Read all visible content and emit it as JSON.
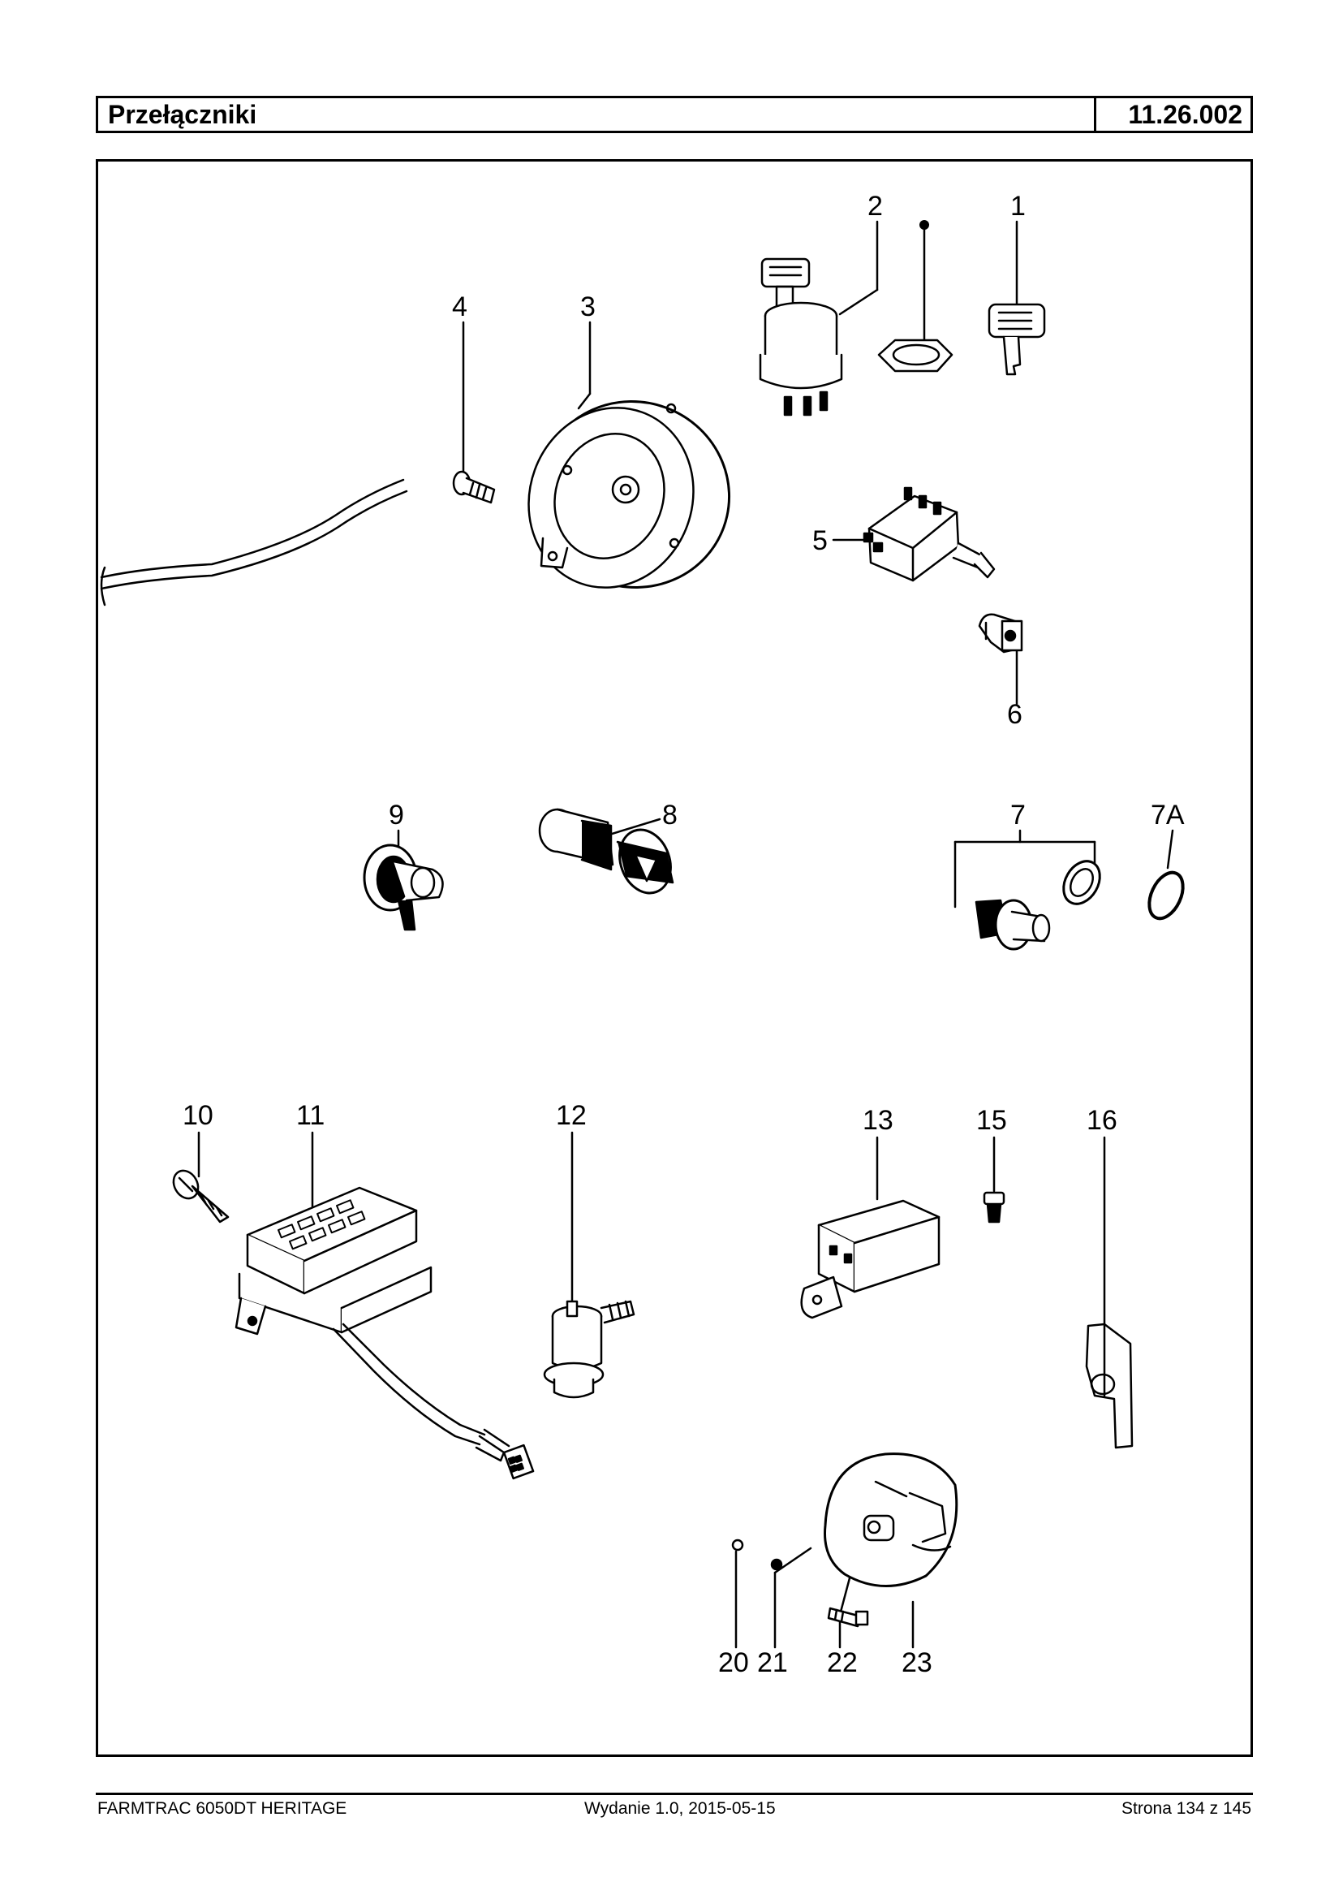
{
  "header": {
    "title": "Przełączniki",
    "code": "11.26.002"
  },
  "callouts": {
    "c1": "1",
    "c2": "2",
    "c3": "3",
    "c4": "4",
    "c5": "5",
    "c6": "6",
    "c7": "7",
    "c7a": "7A",
    "c8": "8",
    "c9": "9",
    "c10": "10",
    "c11": "11",
    "c12": "12",
    "c13": "13",
    "c15": "15",
    "c16": "16",
    "c20": "20",
    "c21": "21",
    "c22": "22",
    "c23": "23"
  },
  "footer": {
    "model": "FARMTRAC 6050DT HERITAGE",
    "edition": "Wydanie 1.0,  2015-05-15",
    "page": "Strona 134 z 145"
  }
}
